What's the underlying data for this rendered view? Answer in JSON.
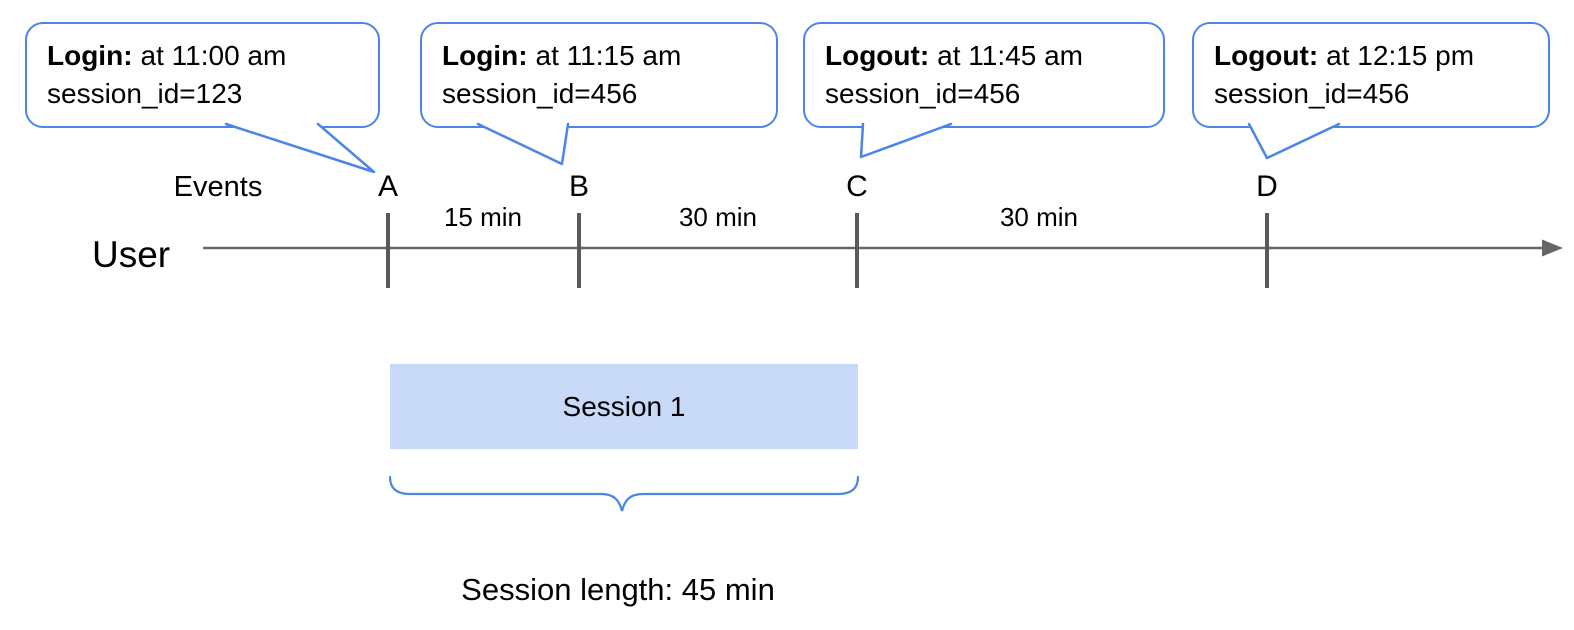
{
  "colors": {
    "accent_blue": "#4a86e8",
    "session_fill": "#c9daf8",
    "line_gray": "#666666",
    "tick_gray": "#595959",
    "text": "#000000"
  },
  "callouts": [
    {
      "type": "Login:",
      "time": "at 11:00 am",
      "session": "session_id=123",
      "event": "A"
    },
    {
      "type": "Login:",
      "time": "at 11:15 am",
      "session": "session_id=456",
      "event": "B"
    },
    {
      "type": "Logout:",
      "time": "at 11:45 am",
      "session": "session_id=456",
      "event": "C"
    },
    {
      "type": "Logout:",
      "time": "at 12:15 pm",
      "session": "session_id=456",
      "event": "D"
    }
  ],
  "timeline": {
    "events_label": "Events",
    "axis_label": "User",
    "event_labels": [
      "A",
      "B",
      "C",
      "D"
    ],
    "intervals": [
      "15 min",
      "30 min",
      "30 min"
    ]
  },
  "session": {
    "box_label": "Session 1",
    "length_label": "Session length: 45 min"
  }
}
